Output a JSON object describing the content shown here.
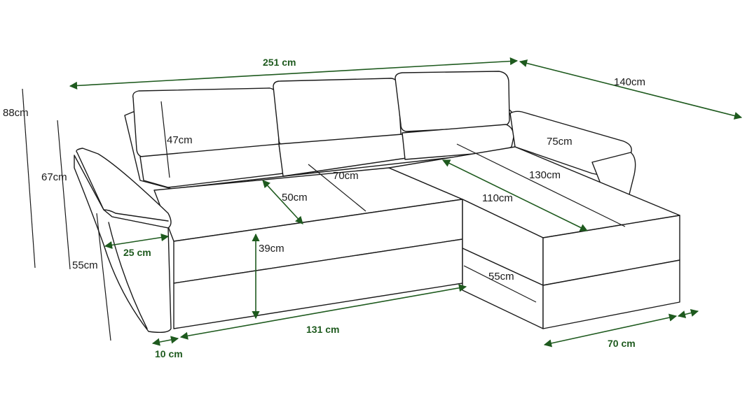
{
  "colors": {
    "dimension_green": "#1e5a1e",
    "outline": "#1a1a1a",
    "background": "#ffffff"
  },
  "dimensions": {
    "total_length": "251 cm",
    "chaise_depth": "140cm",
    "total_height": "88cm",
    "armrest_height": "67cm",
    "side_height": "55cm",
    "back_cushion_height": "47cm",
    "seat_depth_sofa": "70cm",
    "seat_depth_inner": "50cm",
    "chaise_width": "75cm",
    "chaise_length": "130cm",
    "chaise_inner_length": "110cm",
    "armrest_width": "25 cm",
    "seat_height": "39cm",
    "chaise_base_height": "55cm",
    "seat_width": "131 cm",
    "leg_offset": "10 cm",
    "chaise_base_width": "70 cm"
  }
}
